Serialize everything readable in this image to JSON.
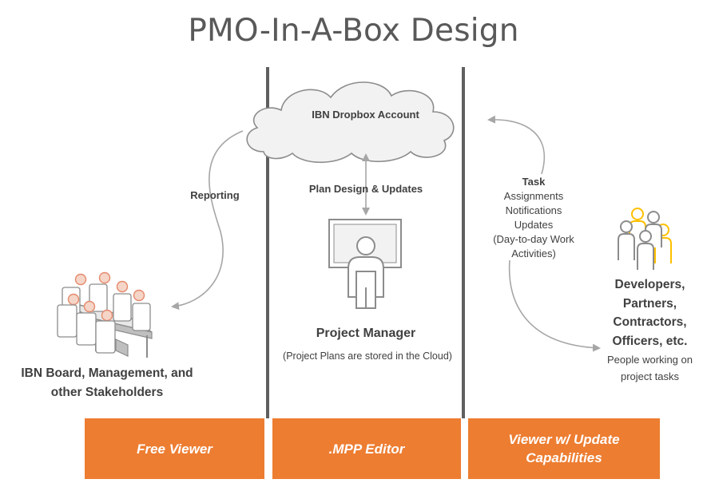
{
  "title": "PMO-In-A-Box Design",
  "cloud_label": "IBN Dropbox Account",
  "reporting_label": "Reporting",
  "plan_label": "Plan Design & Updates",
  "task_block": {
    "heading": "Task",
    "lines": [
      "Assignments",
      "Notifications",
      "Updates",
      "(Day-to-day Work",
      "Activities)"
    ]
  },
  "manager": {
    "title": "Project Manager",
    "caption": "(Project Plans are stored in the Cloud)"
  },
  "board": {
    "line1": "IBN Board, Management, and",
    "line2": "other Stakeholders"
  },
  "team": {
    "lines": [
      "Developers,",
      "Partners,",
      "Contractors,",
      "Officers, etc."
    ],
    "caption_lines": [
      "People working on",
      "project tasks"
    ]
  },
  "boxes": {
    "left": "Free Viewer",
    "middle": ".MPP Editor",
    "right_line1": "Viewer w/ Update",
    "right_line2": "Capabilities"
  },
  "colors": {
    "accent": "#ed7d31",
    "line": "#5f5f5f",
    "arrow": "#a6a6a6",
    "person_fill": "#f5d5c8",
    "person_stroke": "#e58a6c",
    "team_gold": "#ffc000"
  }
}
